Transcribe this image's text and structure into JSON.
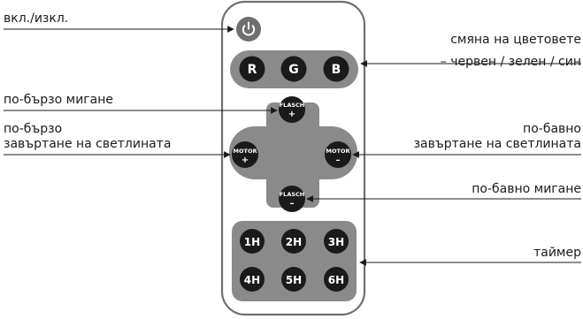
{
  "labels": {
    "power": "вкл./изкл.",
    "rgb_line1": "смяна на цветовете",
    "rgb_line2": "– червен / зелен / син",
    "faster_blink": "по-бързо мигане",
    "faster_rot_line1": "по-бързо",
    "faster_rot_line2": "завъртане на светлината",
    "slower_rot_line1": "по-бавно",
    "slower_rot_line2": "завъртане на светлината",
    "slower_blink": "по-бавно мигане",
    "timer": "таймер"
  },
  "buttons": {
    "color_r": "R",
    "color_g": "G",
    "color_b": "B",
    "flasch_top": "FLASCH",
    "flasch_top_sign": "+",
    "flasch_bottom": "FLASCH",
    "flasch_bottom_sign": "–",
    "motor_left": "MOTOR",
    "motor_left_sign": "+",
    "motor_right": "MOTOR",
    "motor_right_sign": "–",
    "timer_1h": "1H",
    "timer_2h": "2H",
    "timer_3h": "3H",
    "timer_4h": "4H",
    "timer_5h": "5H",
    "timer_6h": "6H"
  },
  "colors": {
    "remote_body": "#ffffff",
    "remote_outline": "#6f6f6f",
    "button_panel": "#8a8a8a",
    "button": "#1a1a1a",
    "callout_line": "#1a1a1a",
    "text": "#1a1a1a"
  }
}
